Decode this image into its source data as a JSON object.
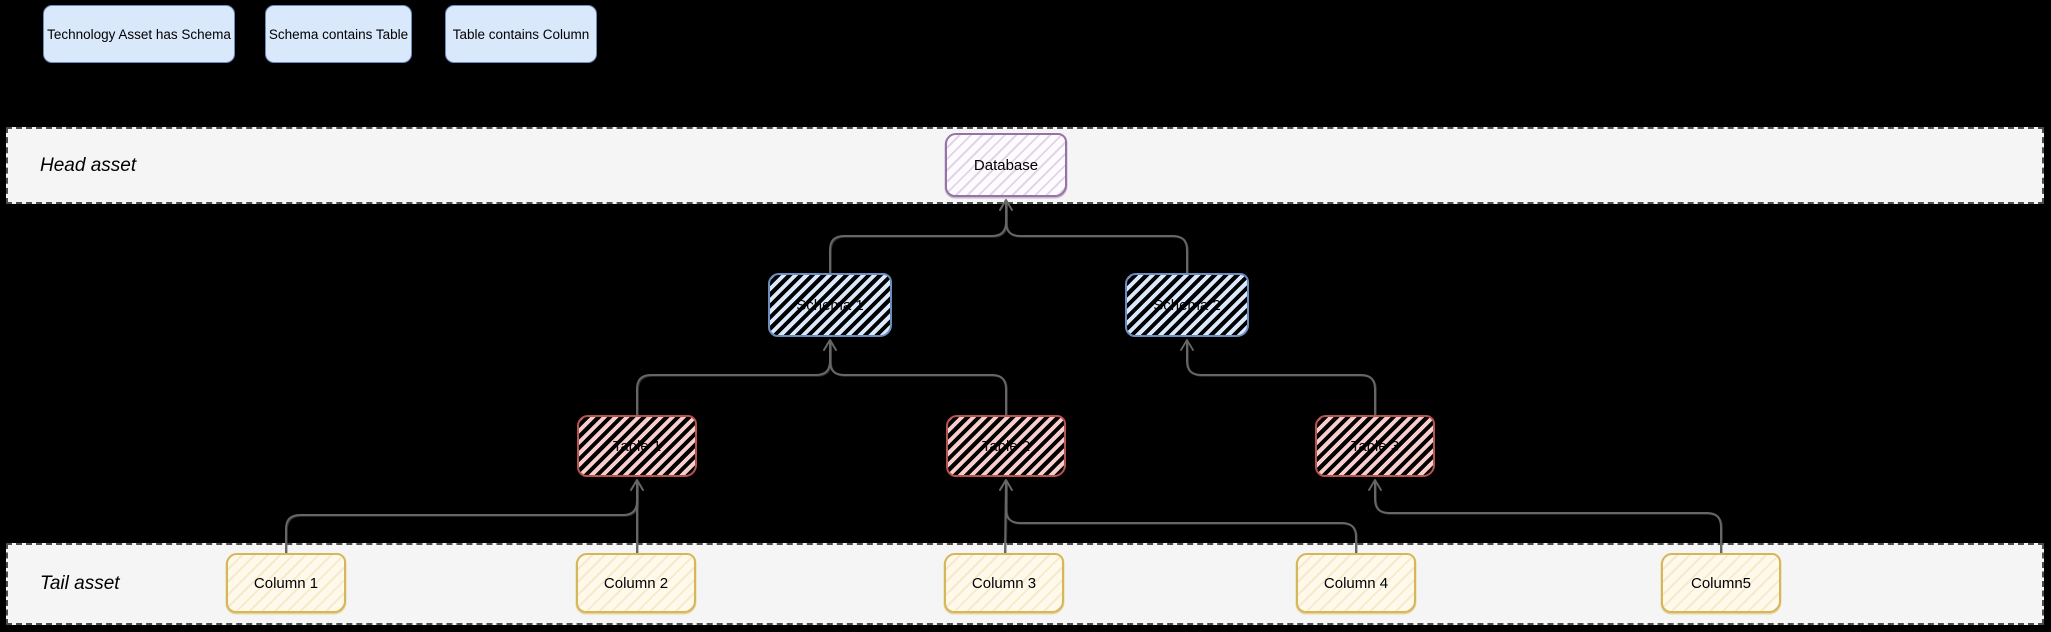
{
  "legend": {
    "items": [
      {
        "label": "Technology Asset has Schema"
      },
      {
        "label": "Schema contains Table"
      },
      {
        "label": "Table contains Column"
      }
    ]
  },
  "lanes": {
    "head": {
      "label": "Head asset"
    },
    "tail": {
      "label": "Tail asset"
    }
  },
  "nodes": {
    "database": {
      "label": "Database",
      "type": "technology-asset"
    },
    "schema1": {
      "label": "Schema 1",
      "type": "schema"
    },
    "schema2": {
      "label": "Schema 2",
      "type": "schema"
    },
    "table1": {
      "label": "Table 1",
      "type": "table"
    },
    "table2": {
      "label": "Table 2",
      "type": "table"
    },
    "table3": {
      "label": "Table 3",
      "type": "table"
    },
    "column1": {
      "label": "Column 1",
      "type": "column"
    },
    "column2": {
      "label": "Column 2",
      "type": "column"
    },
    "column3": {
      "label": "Column 3",
      "type": "column"
    },
    "column4": {
      "label": "Column 4",
      "type": "column"
    },
    "column5": {
      "label": "Column5",
      "type": "column"
    }
  },
  "edges": [
    {
      "from": "schema1",
      "to": "database"
    },
    {
      "from": "schema2",
      "to": "database"
    },
    {
      "from": "table1",
      "to": "schema1"
    },
    {
      "from": "table2",
      "to": "schema1"
    },
    {
      "from": "table3",
      "to": "schema2"
    },
    {
      "from": "column1",
      "to": "table1"
    },
    {
      "from": "column2",
      "to": "table1"
    },
    {
      "from": "column3",
      "to": "table2"
    },
    {
      "from": "column4",
      "to": "table2"
    },
    {
      "from": "column5",
      "to": "table3"
    }
  ],
  "colors": {
    "background": "#000000",
    "lane_fill": "#f5f5f5",
    "lane_border": "#4d4d4d",
    "legend_fill": "#dae8fc",
    "legend_border": "#6c8ebf",
    "database_border": "#9673a6",
    "database_hatch": "#e1d5e7",
    "schema_border": "#6c8ebf",
    "schema_hatch": "#dae8fc",
    "table_border": "#b85450",
    "table_hatch": "#f8cecc",
    "column_border": "#d6b656",
    "column_fill": "#fff9ec",
    "edge": "#666666"
  }
}
